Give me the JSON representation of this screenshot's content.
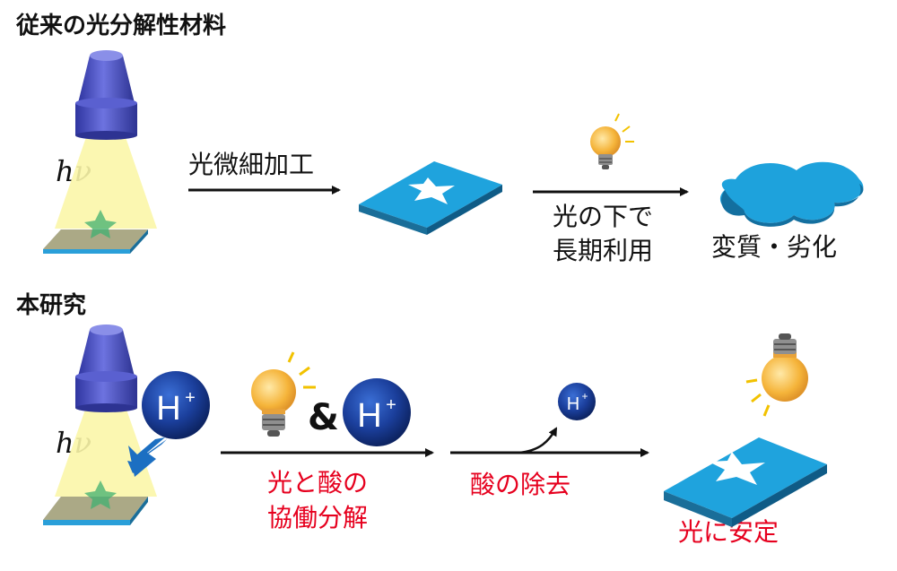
{
  "sections": {
    "conventional": {
      "title": "従来の光分解性材料",
      "symbol": "hν",
      "step1_label": "光微細加工",
      "step2_label_line1": "光の下で",
      "step2_label_line2": "長期利用",
      "result_label": "変質・劣化"
    },
    "this_study": {
      "title": "本研究",
      "symbol": "hν",
      "proton_symbol": "H",
      "proton_charge": "+",
      "ampersand": "&",
      "step1_label_line1": "光と酸の",
      "step1_label_line2": "協働分解",
      "step2_label": "酸の除去",
      "result_label": "光に安定"
    }
  },
  "colors": {
    "lamp_body": "#4f55c8",
    "beam": "#fbf6a8",
    "film_top": "#2a9fd9",
    "film_side": "#1a6e99",
    "proton_ball": "#1b3f9c",
    "label_red": "#e6001e",
    "arrow": "#111111"
  }
}
